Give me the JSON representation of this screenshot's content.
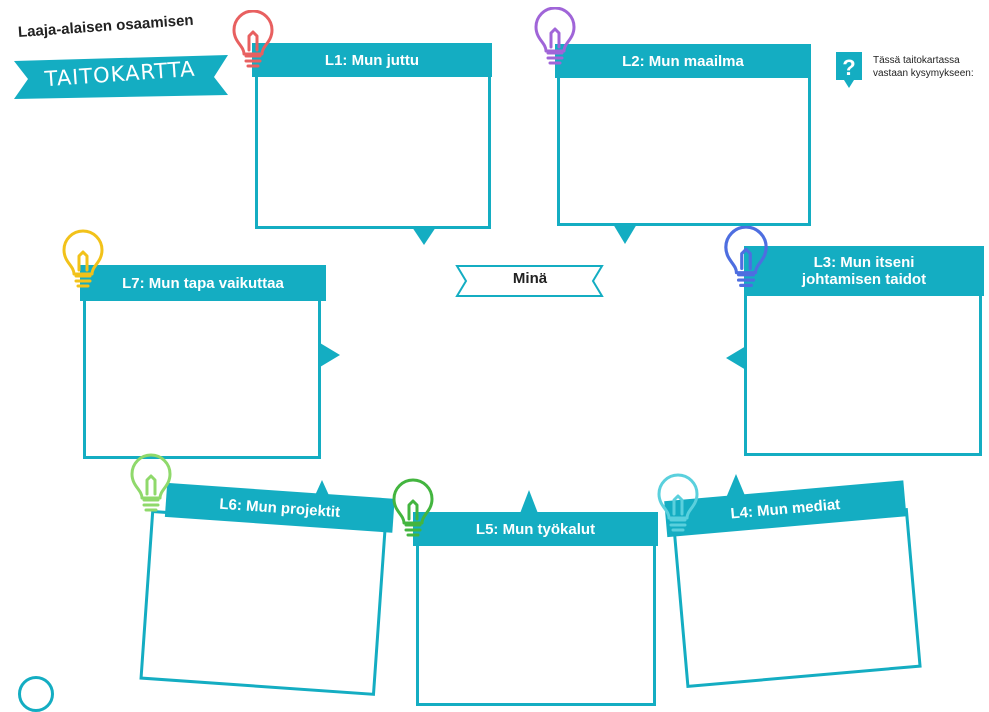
{
  "header": {
    "subtitle": "Laaja-alaisen osaamisen",
    "title": "TAITOKARTTA"
  },
  "help": {
    "icon": "question-icon",
    "line1": "Tässä taitokartassa",
    "line2": "vastaan kysymykseen:"
  },
  "center": {
    "label": "Minä"
  },
  "colors": {
    "accent": "#14adc2",
    "bulb_l1": "#e86060",
    "bulb_l2": "#a065d8",
    "bulb_l3": "#4e6ee0",
    "bulb_l4": "#5ad0dd",
    "bulb_l5": "#43b53f",
    "bulb_l6": "#8fd96b",
    "bulb_l7": "#f2c21a"
  },
  "cards": {
    "l1": {
      "title": "L1: Mun juttu"
    },
    "l2": {
      "title": "L2: Mun maailma"
    },
    "l3": {
      "title_line1": "L3: Mun itseni",
      "title_line2": "johtamisen taidot"
    },
    "l4": {
      "title": "L4: Mun mediat"
    },
    "l5": {
      "title": "L5: Mun työkalut"
    },
    "l6": {
      "title": "L6: Mun projektit"
    },
    "l7": {
      "title": "L7: Mun tapa vaikuttaa"
    }
  }
}
